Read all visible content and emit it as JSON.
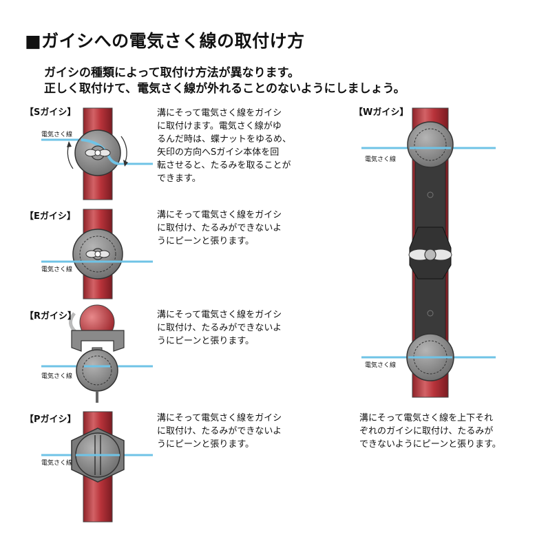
{
  "title": "■ガイシへの電気さく線の取付け方",
  "intro": [
    "ガイシの種類によって取付け方法が異なります。",
    "正しく取付けて、電気さく線が外れることのないようにしましょう。"
  ],
  "wire_label": "電気さく線",
  "sections": {
    "s": {
      "label": "【Sガイシ】",
      "lines": [
        "溝にそって電気さく線をガイシ",
        "に取付けます。電気さく線がゆ",
        "るんだ時は、蝶ナットをゆるめ、",
        "矢印の方向へSガイシ本体を回",
        "転させると、たるみを取ることが",
        "できます。"
      ]
    },
    "e": {
      "label": "【Eガイシ】",
      "lines": [
        "溝にそって電気さく線をガイシ",
        "に取付け、たるみができないよ",
        "うにピーンと張ります。"
      ]
    },
    "r": {
      "label": "【Rガイシ】",
      "lines": [
        "溝にそって電気さく線をガイシ",
        "に取付け、たるみができないよ",
        "うにピーンと張ります。"
      ]
    },
    "p": {
      "label": "【Pガイシ】",
      "lines": [
        "溝にそって電気さく線をガイシ",
        "に取付け、たるみができないよ",
        "うにピーンと張ります。"
      ]
    },
    "w": {
      "label": "【Wガイシ】",
      "lines": [
        "溝にそって電気さく線を上下それ",
        "ぞれのガイシに取付け、たるみが",
        "できないようにピーンと張ります。"
      ]
    }
  },
  "colors": {
    "post": "#b8333a",
    "post_highlight": "#e07a7c",
    "wire": "#6fc3e6",
    "insulator": "#8a8a8a",
    "insulator_dark": "#555555",
    "bracket": "#3a3a3a"
  }
}
